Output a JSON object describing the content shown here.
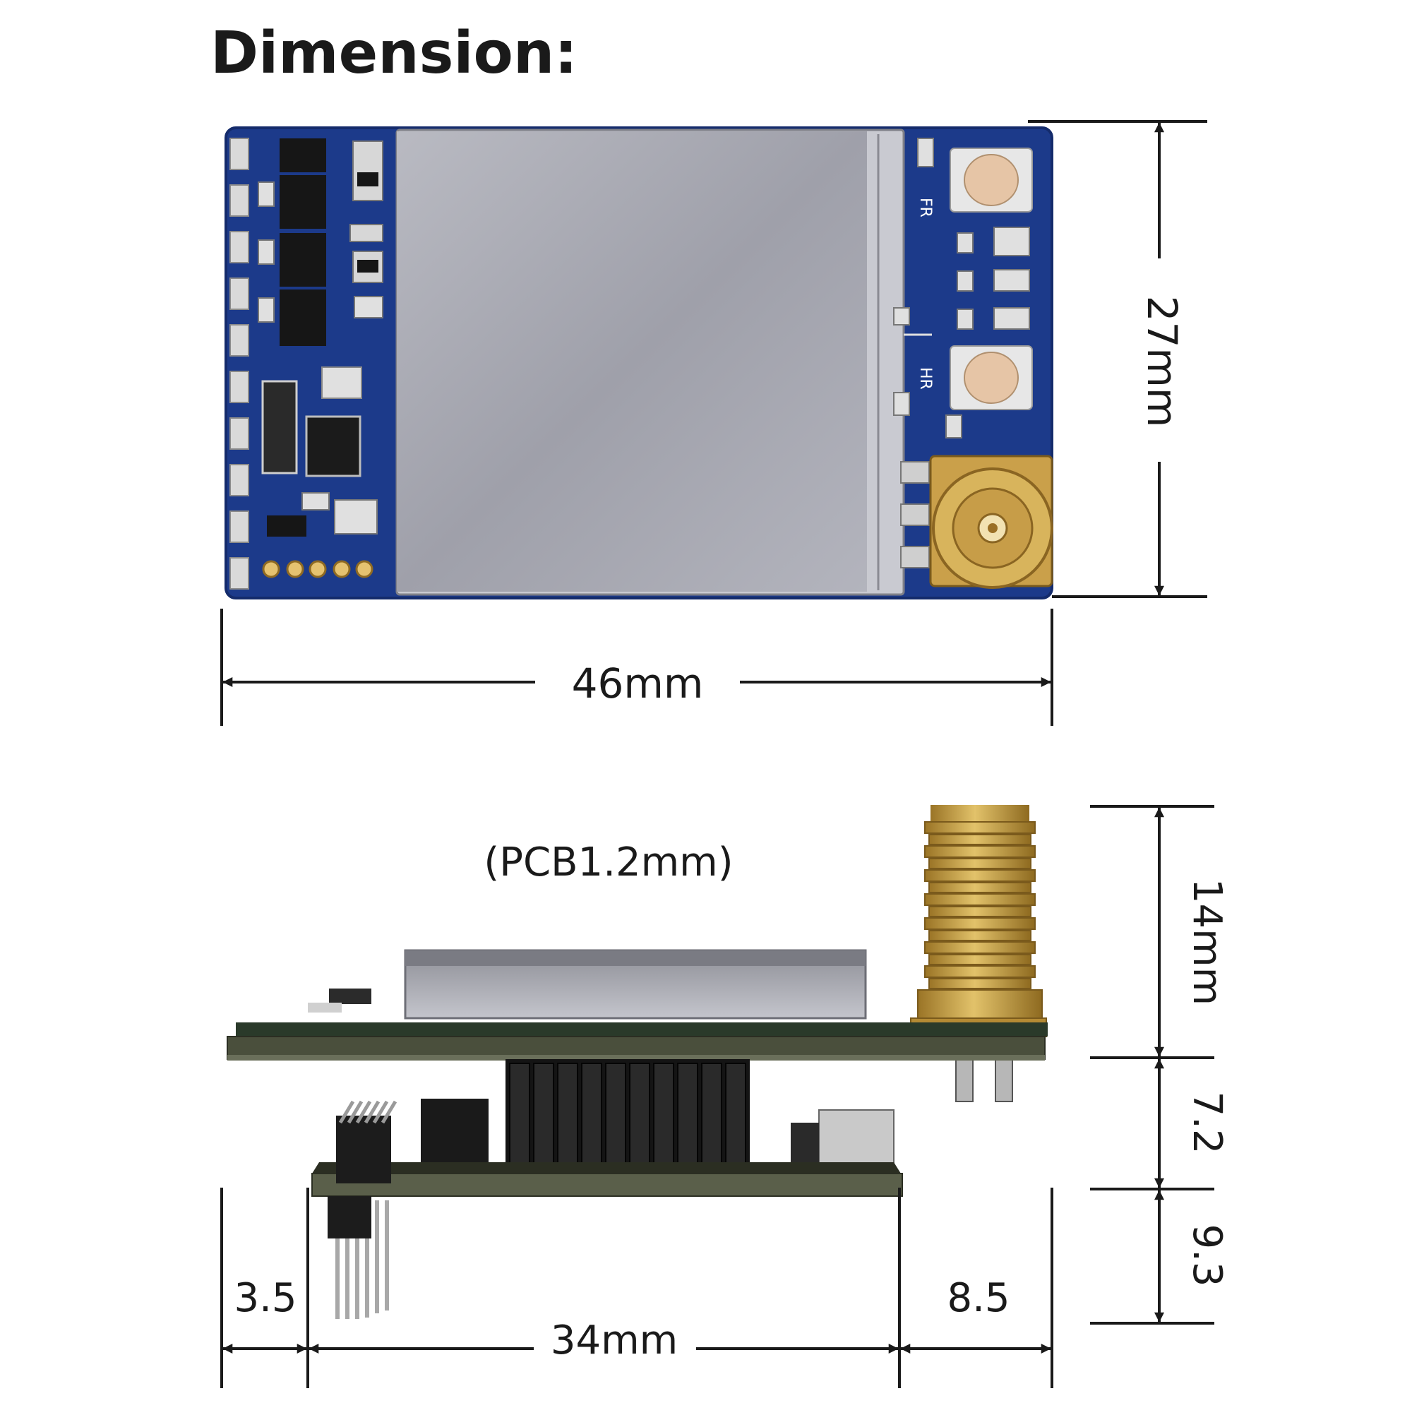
{
  "title": "Dimension:",
  "top_view": {
    "width_label": "46mm",
    "height_label": "27mm",
    "silkscreen": {
      "fr": "FR",
      "hr": "HR"
    }
  },
  "side_view": {
    "pcb_note": "(PCB1.2mm)",
    "antenna_height": "14mm",
    "mid_height": "7.2",
    "bottom_height": "9.3",
    "left_offset": "3.5",
    "base_width": "34mm",
    "right_offset": "8.5"
  },
  "colors": {
    "pcb_blue": "#1c3a8a",
    "shield_gray": "#a6a7b0",
    "gold": "#c9a040",
    "board_edge": "#4a4f3c",
    "dimension_line": "#1a1a1a"
  }
}
